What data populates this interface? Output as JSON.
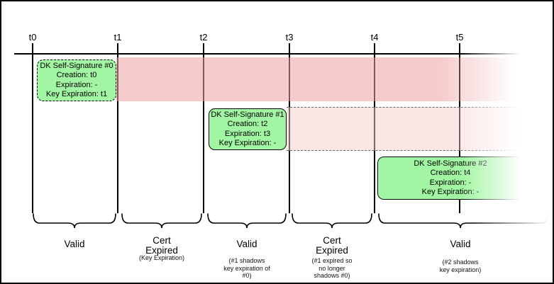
{
  "diagram": {
    "timeline": {
      "ticks": [
        "t0",
        "t1",
        "t2",
        "t3",
        "t4",
        "t5"
      ]
    },
    "signatures": [
      {
        "title": "DK Self-Signature #0",
        "creation": "Creation: t0",
        "expiration": "Expiration: -",
        "key_expiration": "Key Expiration: t1"
      },
      {
        "title": "DK Self-Signature #1",
        "creation": "Creation: t2",
        "expiration": "Expiration: t3",
        "key_expiration": "Key Expiration: -"
      },
      {
        "title": "DK Self-Signature #2",
        "creation": "Creation: t4",
        "expiration": "Expiration: -",
        "key_expiration": "Key Expiration: -"
      }
    ],
    "zones": [
      {
        "label": "Valid",
        "sub": ""
      },
      {
        "label": "Cert\nExpired",
        "sub": "(Key Expiration)"
      },
      {
        "label": "Valid",
        "sub": "(#1 shadows\nkey expiration of\n#0)"
      },
      {
        "label": "Cert\nExpired",
        "sub": "(#1 expired so\nno longer\nshadows #0)"
      },
      {
        "label": "Valid",
        "sub": "(#2 shadows\nkey expiration)"
      }
    ],
    "colors": {
      "box_green": "#a2f5a2",
      "band_red": "rgba(237,160,160,0.55)",
      "band_pink": "rgba(247,205,205,0.5)",
      "line_black": "#000000",
      "dash_gray": "#666666"
    }
  }
}
